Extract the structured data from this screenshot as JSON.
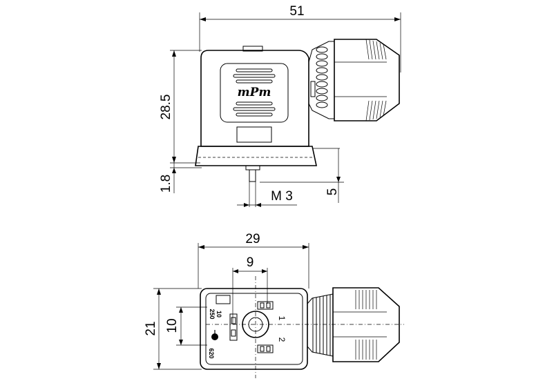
{
  "side_view": {
    "dim_width": "51",
    "dim_height": "28.5",
    "dim_flange": "1.8",
    "dim_thread": "M 3",
    "dim_screw": "5",
    "logo": "mPm"
  },
  "front_view": {
    "dim_width": "29",
    "dim_pin_spacing": "9",
    "dim_height": "21",
    "dim_inner_height": "10",
    "label_ratings_1": "10",
    "label_ratings_2": "250",
    "label_code": "620",
    "pin_1": "1",
    "pin_2": "2"
  }
}
